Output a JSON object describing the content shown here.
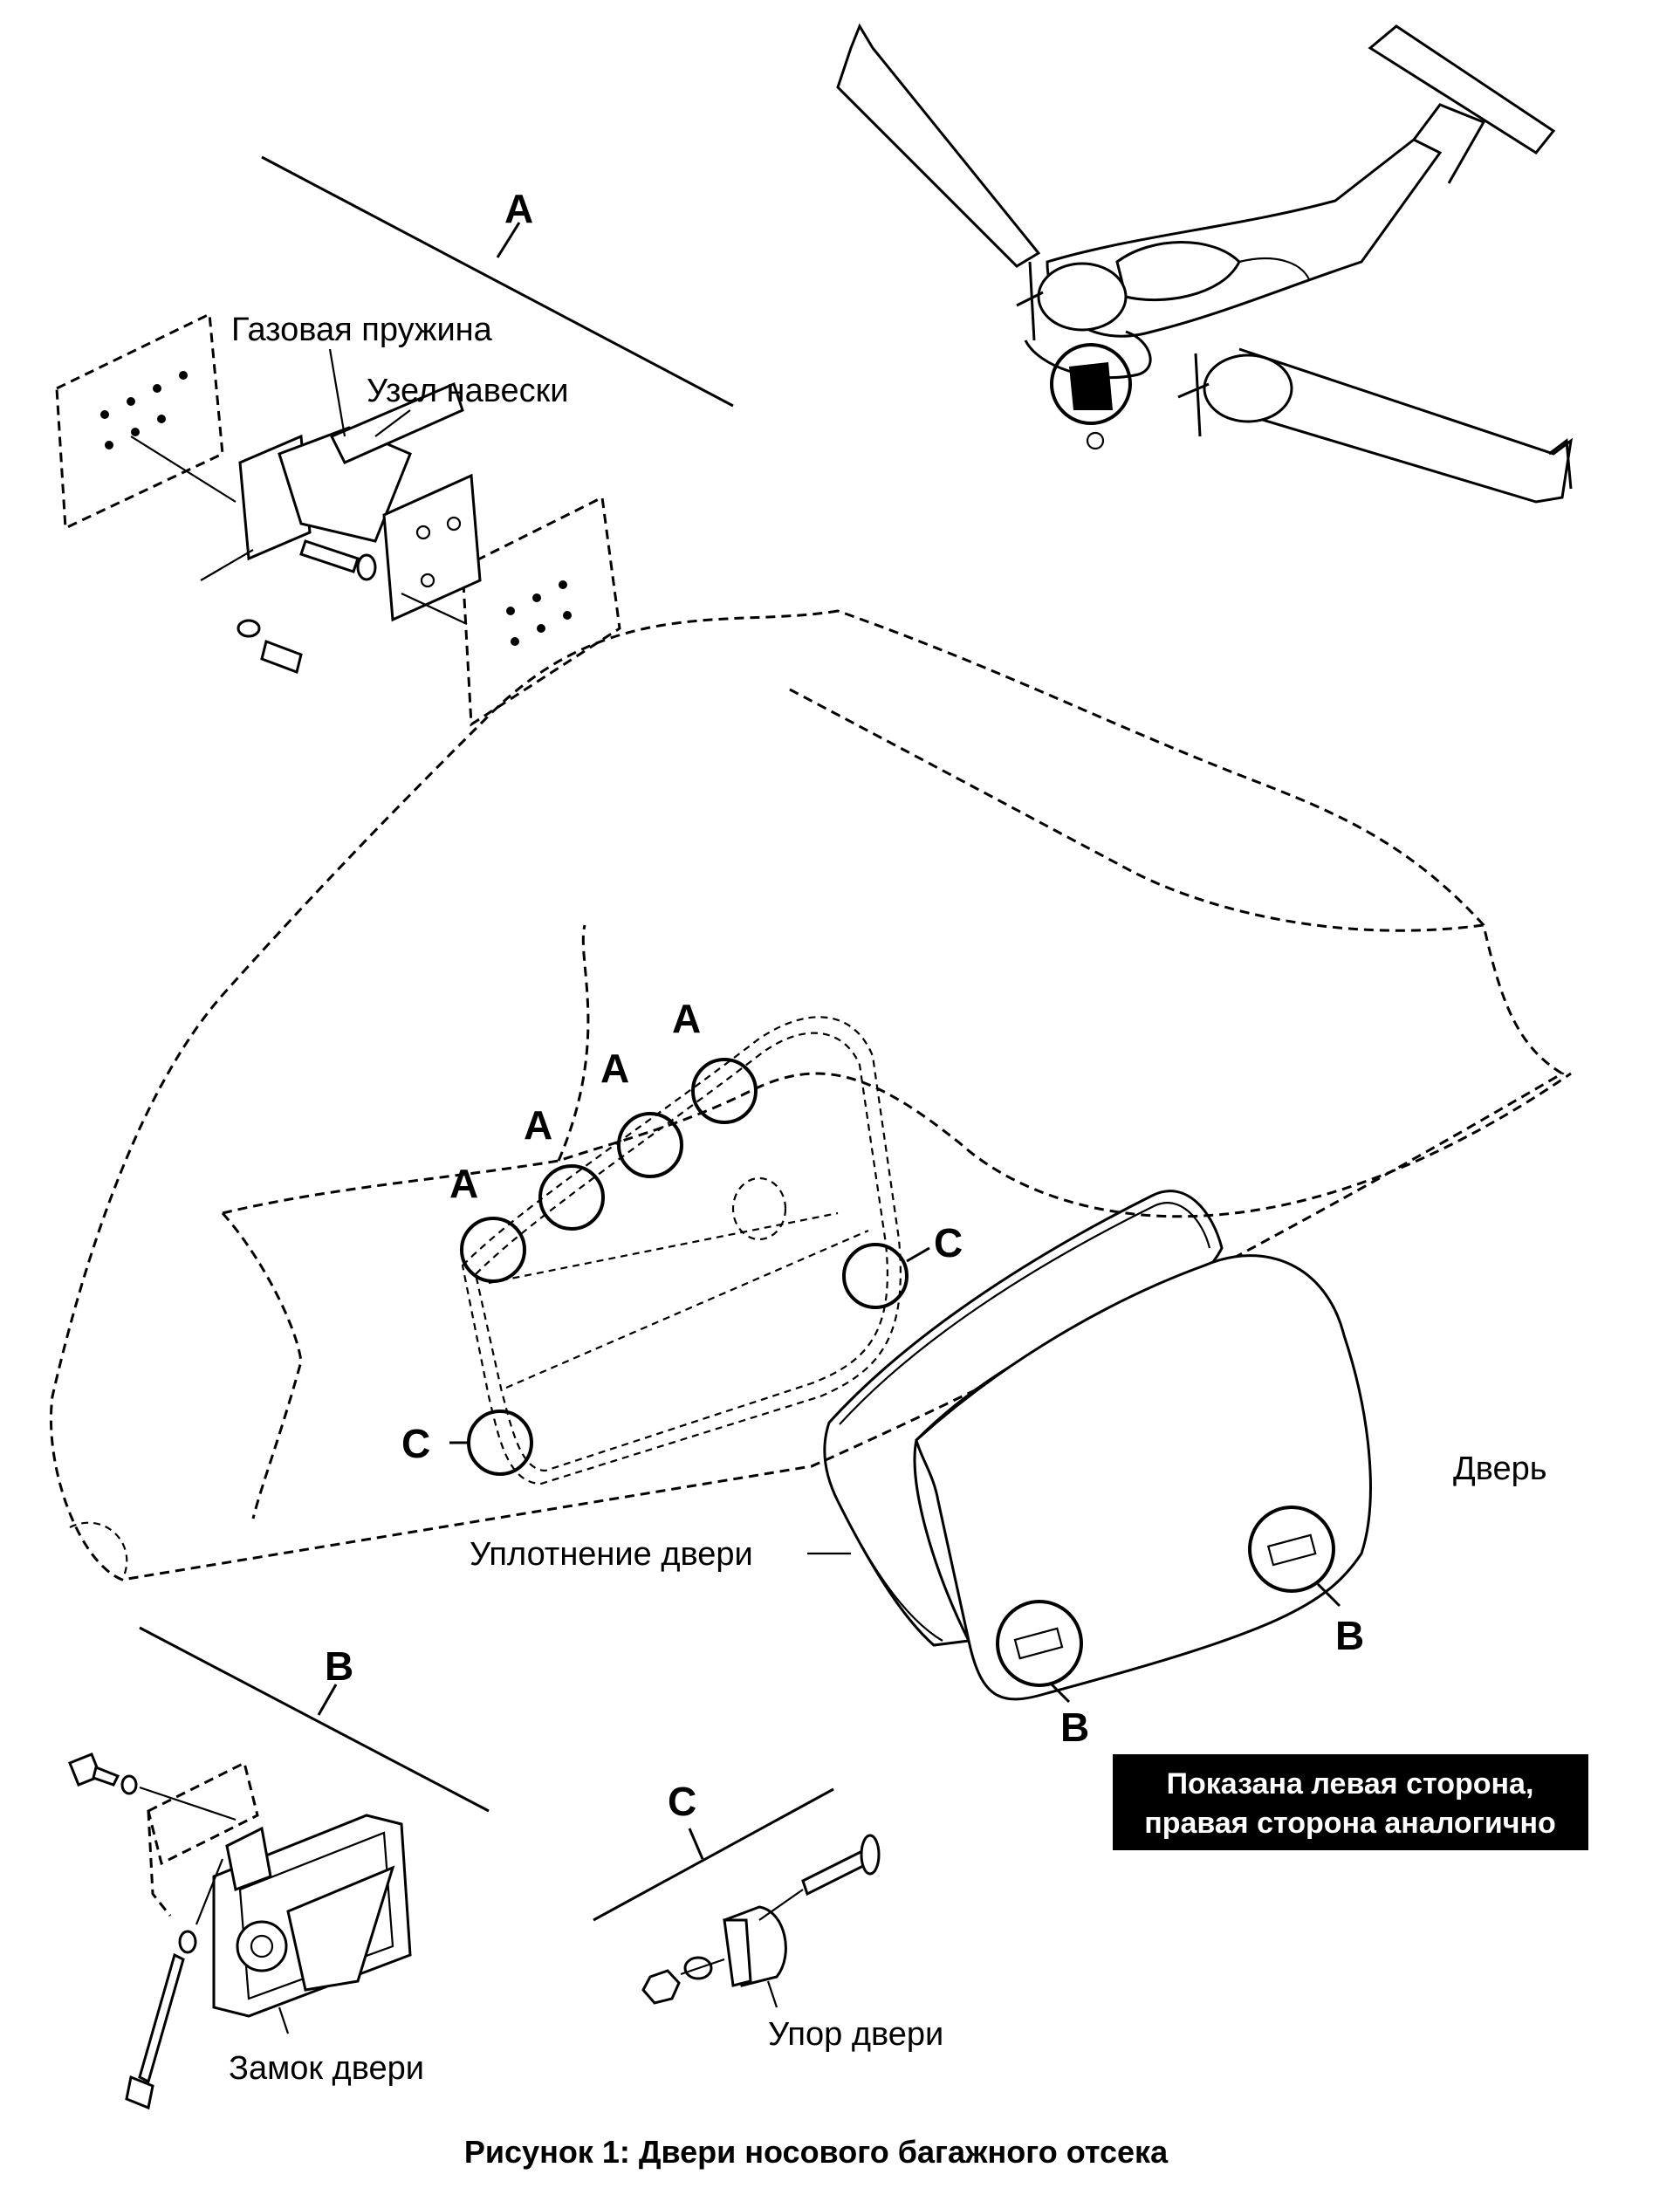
{
  "labels": {
    "detail_a": "A",
    "detail_b": "B",
    "detail_c": "C",
    "gas_spring": "Газовая пружина",
    "hinge_assembly": "Узел навески",
    "door": "Дверь",
    "door_seal": "Уплотнение двери",
    "door_lock": "Замок двери",
    "door_stop": "Упор двери",
    "callout_a1": "A",
    "callout_a2": "A",
    "callout_a3": "A",
    "callout_a4": "A",
    "callout_c1": "C",
    "callout_c2": "C",
    "callout_b1": "B",
    "callout_b2": "B"
  },
  "note": {
    "line1": "Показана левая сторона,",
    "line2": "правая сторона аналогично"
  },
  "caption": "Рисунок 1: Двери носового багажного отсека"
}
